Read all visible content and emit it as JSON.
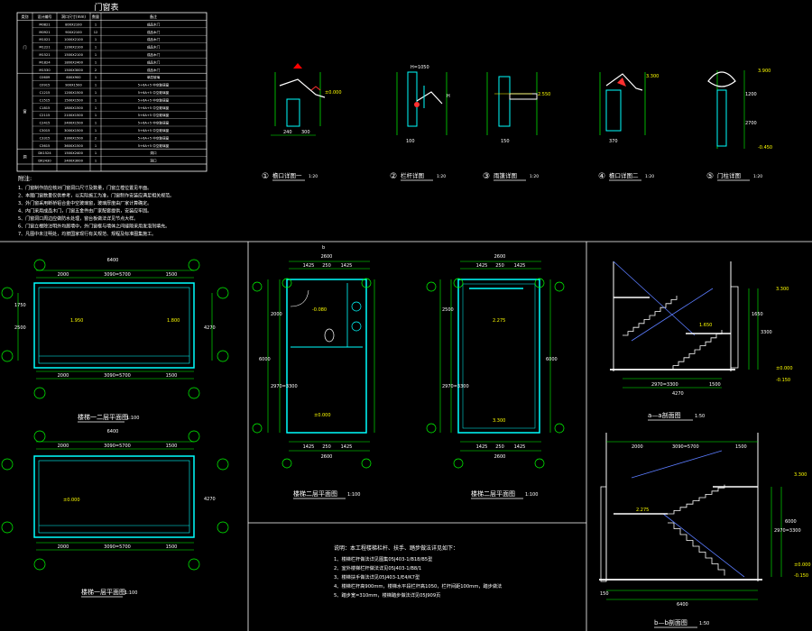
{
  "schedule": {
    "title": "门窗表",
    "headers": [
      "类别",
      "设计编号",
      "洞口尺寸(mm)",
      "数量",
      "备注"
    ],
    "groups": [
      {
        "category": "门",
        "rows": [
          {
            "code": "M0821",
            "size": "800X2100",
            "qty": "1",
            "note": "成品木门"
          },
          {
            "code": "M0921",
            "size": "900X2100",
            "qty": "12",
            "note": "成品木门"
          },
          {
            "code": "M1021",
            "size": "1000X2100",
            "qty": "1",
            "note": "成品木门"
          },
          {
            "code": "M1221",
            "size": "1200X2100",
            "qty": "1",
            "note": "成品木门"
          },
          {
            "code": "M1521",
            "size": "1500X2100",
            "qty": "1",
            "note": "成品木门"
          },
          {
            "code": "M1824",
            "size": "1800X2400",
            "qty": "1",
            "note": "成品木门"
          },
          {
            "code": "M1530",
            "size": "1500X3000",
            "qty": "2",
            "note": "成品木门"
          }
        ]
      },
      {
        "category": "窗",
        "rows": [
          {
            "code": "C0609",
            "size": "600X900",
            "qty": "1",
            "note": "单层玻璃"
          },
          {
            "code": "C0915",
            "size": "900X1500",
            "qty": "1",
            "note": "5+6A+5 中空玻璃窗"
          },
          {
            "code": "C1215",
            "size": "1200X1500",
            "qty": "1",
            "note": "5+6A+5 中空玻璃窗"
          },
          {
            "code": "C1515",
            "size": "1500X1500",
            "qty": "1",
            "note": "5+6A+5 中空玻璃窗"
          },
          {
            "code": "C1815",
            "size": "1800X1500",
            "qty": "1",
            "note": "5+6A+5 中空玻璃窗"
          },
          {
            "code": "C2115",
            "size": "2100X1500",
            "qty": "1",
            "note": "5+6A+5 中空玻璃窗"
          },
          {
            "code": "C2415",
            "size": "2400X1500",
            "qty": "1",
            "note": "5+6A+5 中空玻璃窗"
          },
          {
            "code": "C3015",
            "size": "3000X1500",
            "qty": "1",
            "note": "5+6A+5 中空玻璃窗"
          },
          {
            "code": "C3315",
            "size": "3300X1500",
            "qty": "2",
            "note": "5+6A+5 中空玻璃窗"
          },
          {
            "code": "C3615",
            "size": "3600X1500",
            "qty": "1",
            "note": "5+6A+5 中空玻璃窗"
          }
        ]
      },
      {
        "category": "洞",
        "rows": [
          {
            "code": "DK1524",
            "size": "1500X2400",
            "qty": "1",
            "note": "洞口"
          },
          {
            "code": "DK2430",
            "size": "2400X3000",
            "qty": "1",
            "note": "洞口"
          }
        ]
      }
    ]
  },
  "notes": {
    "title": "附注:",
    "items": [
      "1、门窗制作前应核对门窗洞口尺寸及数量，门窗立樘位置见平面。",
      "2、本图门窗数量仅供参考，以实际施工为准，门窗制作安装应满足相关规范。",
      "3、外门窗采用断桥铝合金中空玻璃窗，玻璃厚度由厂家计算确定。",
      "4、内门采用成品木门，门窗五金件由厂家配套提供，安装应牢固。",
      "5、门窗洞口周边应做防水处理，窗台板做法详见节点大样。",
      "6、门窗立樘除注明外均居墙中，外门窗框与墙体之间缝隙采用发泡剂填充。",
      "7、凡图中未注明处，均按国家现行有关规范、规程及标准图集施工。"
    ]
  },
  "details": [
    {
      "num": "①",
      "title": "檐口详图一",
      "scale": "1:20"
    },
    {
      "num": "②",
      "title": "栏杆详图",
      "scale": "1:20"
    },
    {
      "num": "③",
      "title": "雨篷详图",
      "scale": "1:20"
    },
    {
      "num": "④",
      "title": "檐口详图二",
      "scale": "1:20"
    },
    {
      "num": "⑤",
      "title": "门柱详图",
      "scale": "1:20"
    }
  ],
  "detail_labels": {
    "d1": [
      "240",
      "300",
      "±0.000"
    ],
    "d2": [
      "H=1050",
      "H",
      "100"
    ],
    "d3": [
      "2.550",
      "150"
    ],
    "d4": [
      "370",
      "3.300"
    ],
    "d5": [
      "3.900",
      "1200",
      "2700",
      "-0.450"
    ]
  },
  "plans": {
    "plan_a": {
      "title": "楼梯一二层平面图",
      "scale": "1:100",
      "dims_top": [
        "6400",
        "2000",
        "3090=5700",
        "1500"
      ],
      "dims_bottom": [
        "2000",
        "3090=5700",
        "1500"
      ],
      "dims_side": [
        "1750",
        "2500",
        "4270"
      ],
      "levels": [
        "1.950",
        "1.800"
      ]
    },
    "plan_b": {
      "title": "楼梯一层平面图",
      "scale": "1:100",
      "dims_top": [
        "6400",
        "2000",
        "3090=5700",
        "1500"
      ],
      "dims_bottom": [
        "2000",
        "3090=5700",
        "1500"
      ],
      "dims_side": [
        "4270"
      ],
      "levels": [
        "±0.000"
      ]
    },
    "plan_c": {
      "title": "楼梯二层平面图",
      "scale": "1:100",
      "dims_top": [
        "2600",
        "1425",
        "250",
        "1425"
      ],
      "dims_bottom": [
        "1425",
        "250",
        "1425",
        "2600"
      ],
      "dims_side": [
        "2000",
        "2970=3300",
        "6000"
      ],
      "levels": [
        "-0.080",
        "±0.000"
      ],
      "section_mark": "b"
    },
    "plan_d": {
      "title": "楼梯二层平面图",
      "scale": "1:100",
      "dims_top": [
        "2600",
        "1425",
        "250",
        "1425"
      ],
      "dims_bottom": [
        "1425",
        "250",
        "1425",
        "2600"
      ],
      "dims_side": [
        "2500",
        "2970=3300",
        "6000"
      ],
      "levels": [
        "2.275",
        "3.300"
      ]
    }
  },
  "sections": {
    "sec_a": {
      "title": "a—a剖面图",
      "scale": "1:50",
      "levels": [
        "3.300",
        "1.650",
        "±0.000",
        "-0.150"
      ],
      "dims": [
        "2970=3300",
        "1500",
        "4270",
        "3300",
        "1650"
      ]
    },
    "sec_b": {
      "title": "b—b剖面图",
      "scale": "1:50",
      "levels": [
        "3.300",
        "2.275",
        "±0.000",
        "-0.150"
      ],
      "dims": [
        "2000",
        "3090=5700",
        "1500",
        "6400",
        "150",
        "2970=3300",
        "6000"
      ]
    }
  },
  "stair_notes": {
    "title": "说明：本工程楼梯栏杆、扶手、踏步做法详见如下：",
    "items": [
      "1、楼梯栏杆做法详见图集05J403-1/B18/B5型",
      "2、室外楼梯栏杆做法详见05J403-1/B8/1",
      "3、楼梯扶手做法详见05J403-1/E4/K7型",
      "4、楼梯栏杆高900mm，楼梯水平段栏杆高1050，栏杆间距100mm，踏步做法",
      "5、踏步宽=310mm，楼梯踏步做法详见05J909页"
    ]
  },
  "colors": {
    "wall": "#00ffff",
    "dimension": "#00ff00",
    "axis": "#00ff00",
    "text": "#ffffff",
    "level": "#ffff00",
    "stair": "#5b7cff",
    "border": "#ffffff"
  }
}
